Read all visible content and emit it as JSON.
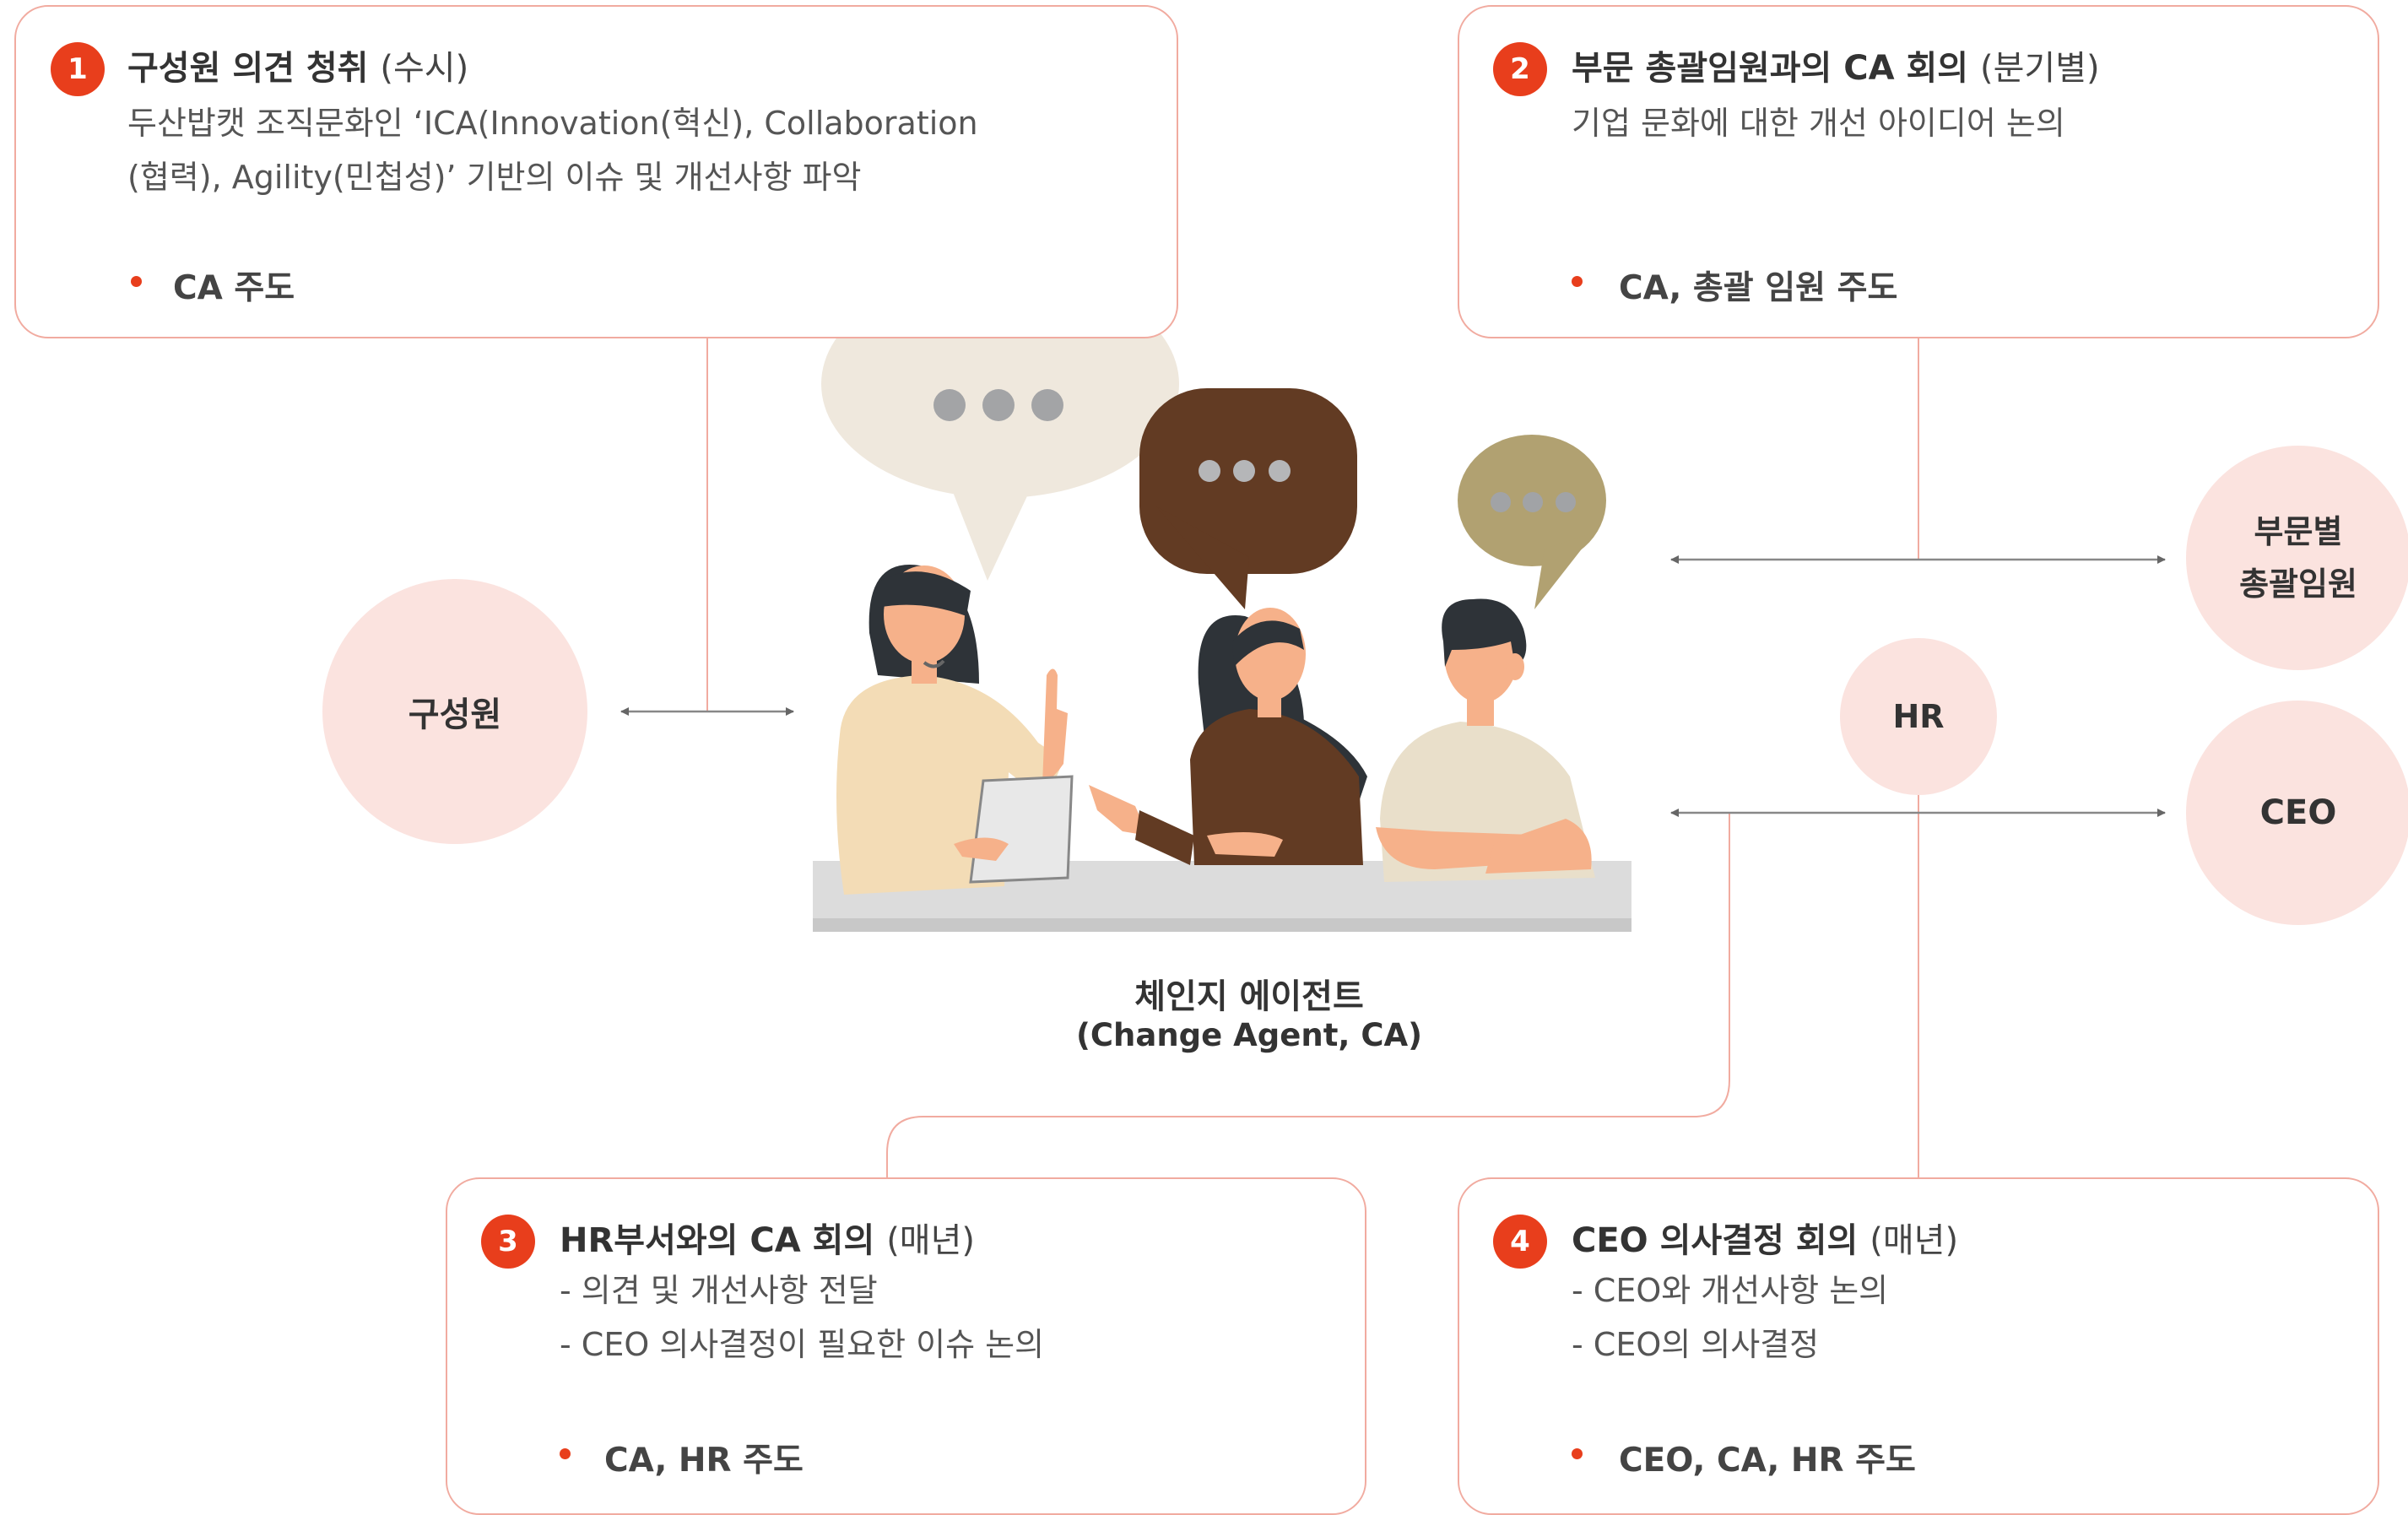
{
  "boxes": {
    "b1": {
      "num": "1",
      "title": "구성원 의견 청취",
      "tag": "(수시)",
      "line1": "두산밥캣 조직문화인 ‘ICA(Innovation(혁신), Collaboration",
      "line2": "(협력), Agility(민첩성)’ 기반의 이슈 및 개선사항 파악",
      "lead": "CA 주도"
    },
    "b2": {
      "num": "2",
      "title": "부문 총괄임원과의 CA 회의",
      "tag": "(분기별)",
      "line1": "기업 문화에 대한 개선 아이디어 논의",
      "lead": "CA, 총괄 임원 주도"
    },
    "b3": {
      "num": "3",
      "title": "HR부서와의 CA 회의",
      "tag": "(매년)",
      "line1": "- 의견 및 개선사항 전달",
      "line2": "- CEO 의사결정이 필요한 이슈 논의",
      "lead": "CA, HR 주도"
    },
    "b4": {
      "num": "4",
      "title": "CEO 의사결정 회의",
      "tag": "(매년)",
      "line1": "- CEO와 개선사항 논의",
      "line2": "- CEO의 의사결정",
      "lead": "CEO, CA, HR 주도"
    }
  },
  "nodes": {
    "members": "구성원",
    "execs_line1": "부문별",
    "execs_line2": "총괄임원",
    "hr": "HR",
    "ceo": "CEO"
  },
  "center": {
    "line1": "체인지 에이전트",
    "line2": "(Change Agent, CA)"
  },
  "colors": {
    "accent": "#e83e1c",
    "border": "#f1aba0",
    "node": "#fbe3df",
    "connector": "#666666"
  }
}
